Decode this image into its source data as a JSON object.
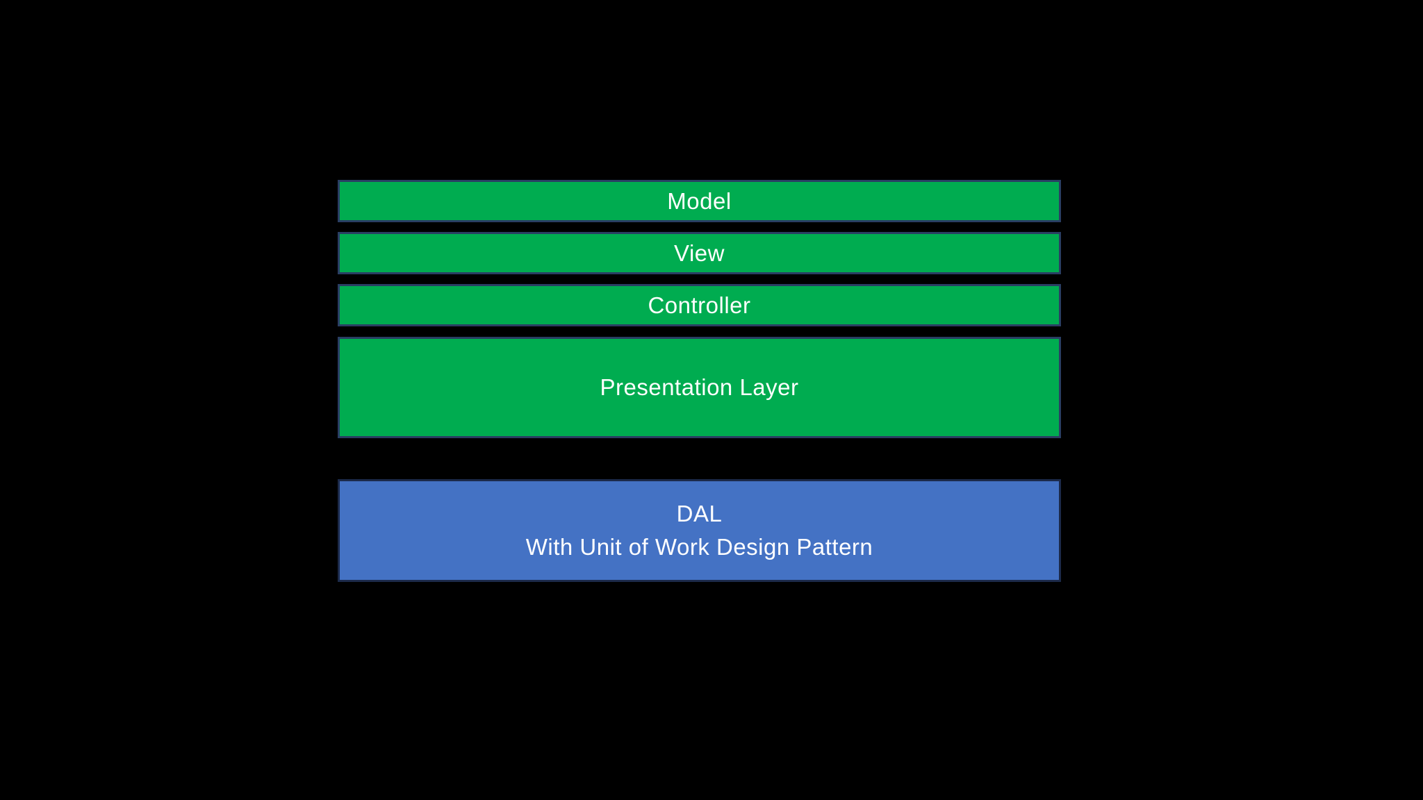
{
  "background_color": "#000000",
  "text_color": "#FFFFFF",
  "diagram": {
    "type": "layered-architecture",
    "layers": [
      {
        "id": "model",
        "label": "Model",
        "fill": "#00AC50",
        "border": "#2A3E63"
      },
      {
        "id": "view",
        "label": "View",
        "fill": "#00AC50",
        "border": "#2A3E63"
      },
      {
        "id": "controller",
        "label": "Controller",
        "fill": "#00AC50",
        "border": "#2A3E63"
      },
      {
        "id": "presentation",
        "label": "Presentation Layer",
        "fill": "#00AC50",
        "border": "#2A3E63"
      },
      {
        "id": "dal",
        "lines": [
          "DAL",
          "With Unit of Work Design Pattern"
        ],
        "fill": "#4472C4",
        "border": "#1C2A4A"
      }
    ]
  }
}
